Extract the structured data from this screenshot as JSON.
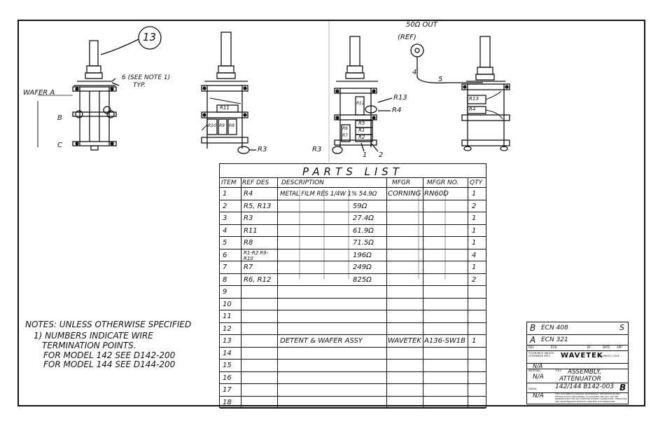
{
  "callouts": {
    "item13": "13",
    "see_note": "6 (SEE NOTE 1)",
    "see_note_typ": "TYP.",
    "wafer_a": "WAFER A",
    "wafer_b": "B",
    "wafer_c": "C",
    "out_label": "50Ω OUT",
    "ref_label": "(REF)",
    "r13": "R13",
    "r4": "R4",
    "r3_a": "R3",
    "r3_b": "R3",
    "num1": "1",
    "num2": "2",
    "num4": "4",
    "num5": "5",
    "r11": "R11",
    "r10": "R10",
    "r9": "R9",
    "r8": "R8",
    "r12": "R12",
    "r5": "R5",
    "r1": "R1",
    "r2": "R2",
    "r6": "R6",
    "r7": "R7",
    "r13b": "R13",
    "r4b": "R4"
  },
  "parts_list": {
    "title": "PARTS LIST",
    "headers": [
      "ITEM",
      "REF DES",
      "DESCRIPTION",
      "MFGR",
      "MFGR NO.",
      "QTY"
    ],
    "rows": [
      {
        "item": "1",
        "ref": "R4",
        "desc": "METAL FILM RES 1/4W 1% 54.9Ω",
        "mfgr": "CORNING",
        "mfgr_no": "RN60D",
        "qty": "1"
      },
      {
        "item": "2",
        "ref": "R5, R13",
        "desc": "59Ω",
        "mfgr": "",
        "mfgr_no": "",
        "qty": "2"
      },
      {
        "item": "3",
        "ref": "R3",
        "desc": "27.4Ω",
        "mfgr": "",
        "mfgr_no": "",
        "qty": "1"
      },
      {
        "item": "4",
        "ref": "R11",
        "desc": "61.9Ω",
        "mfgr": "",
        "mfgr_no": "",
        "qty": "1"
      },
      {
        "item": "5",
        "ref": "R8",
        "desc": "71.5Ω",
        "mfgr": "",
        "mfgr_no": "",
        "qty": "1"
      },
      {
        "item": "6",
        "ref": "R1-R2 R9-R10",
        "desc": "196Ω",
        "mfgr": "",
        "mfgr_no": "",
        "qty": "4"
      },
      {
        "item": "7",
        "ref": "R7",
        "desc": "249Ω",
        "mfgr": "",
        "mfgr_no": "",
        "qty": "1"
      },
      {
        "item": "8",
        "ref": "R6, R12",
        "desc": "825Ω",
        "mfgr": "",
        "mfgr_no": "",
        "qty": "2"
      },
      {
        "item": "9",
        "ref": "",
        "desc": "",
        "mfgr": "",
        "mfgr_no": "",
        "qty": ""
      },
      {
        "item": "10",
        "ref": "",
        "desc": "",
        "mfgr": "",
        "mfgr_no": "",
        "qty": ""
      },
      {
        "item": "11",
        "ref": "",
        "desc": "",
        "mfgr": "",
        "mfgr_no": "",
        "qty": ""
      },
      {
        "item": "12",
        "ref": "",
        "desc": "",
        "mfgr": "",
        "mfgr_no": "",
        "qty": ""
      },
      {
        "item": "13",
        "ref": "",
        "desc": "DETENT & WAFER ASSY",
        "mfgr": "WAVETEK",
        "mfgr_no": "A136-SW1B",
        "qty": "1"
      },
      {
        "item": "14",
        "ref": "",
        "desc": "",
        "mfgr": "",
        "mfgr_no": "",
        "qty": ""
      },
      {
        "item": "15",
        "ref": "",
        "desc": "",
        "mfgr": "",
        "mfgr_no": "",
        "qty": ""
      },
      {
        "item": "16",
        "ref": "",
        "desc": "",
        "mfgr": "",
        "mfgr_no": "",
        "qty": ""
      },
      {
        "item": "17",
        "ref": "",
        "desc": "",
        "mfgr": "",
        "mfgr_no": "",
        "qty": ""
      },
      {
        "item": "18",
        "ref": "",
        "desc": "",
        "mfgr": "",
        "mfgr_no": "",
        "qty": ""
      }
    ]
  },
  "notes": {
    "heading": "NOTES: UNLESS OTHERWISE SPECIFIED",
    "line1": "1) NUMBERS INDICATE WIRE",
    "line2": "TERMINATION POINTS.",
    "line3": "FOR MODEL 142 SEE D142-200",
    "line4": "FOR MODEL 144 SEE D144-200"
  },
  "title_block": {
    "rev_b": "B",
    "ecn_b": "ECN 408",
    "rev_a": "A",
    "ecn_a": "ECN 321",
    "sym_s": "S",
    "hdr_rev": "REV",
    "hdr_ecn": "ECN",
    "hdr_by": "BY",
    "hdr_date": "DATE",
    "hdr_appd": "APP",
    "company": "WAVETEK",
    "company_loc": "SAN DIEGO, CALIF.",
    "tolerance": "TOLERANCE UNLESS OTHERWISE SPEC",
    "scale": "N/A",
    "material_label": "MATERIAL",
    "material": "N/A",
    "finish_label": "FINISH",
    "finish": "N/A",
    "title_label": "TITLE",
    "title1": "ASSEMBLY,",
    "title2": "ATTENUATOR",
    "dwg_no": "142/144 B142-003",
    "size": "B",
    "proprietary": "THIS DOCUMENT CONTAINS PROPRIETARY INFORMATION AND DESIGN RIGHTS BELONGING TO WAVETEK AND MAY NOT BE REPRODUCED FOR ANY PURPOSE EXCEPT CALIBRATION, OPERATION AND MAINTENANCE WITHOUT WRITTEN AUTHORIZATION."
  }
}
